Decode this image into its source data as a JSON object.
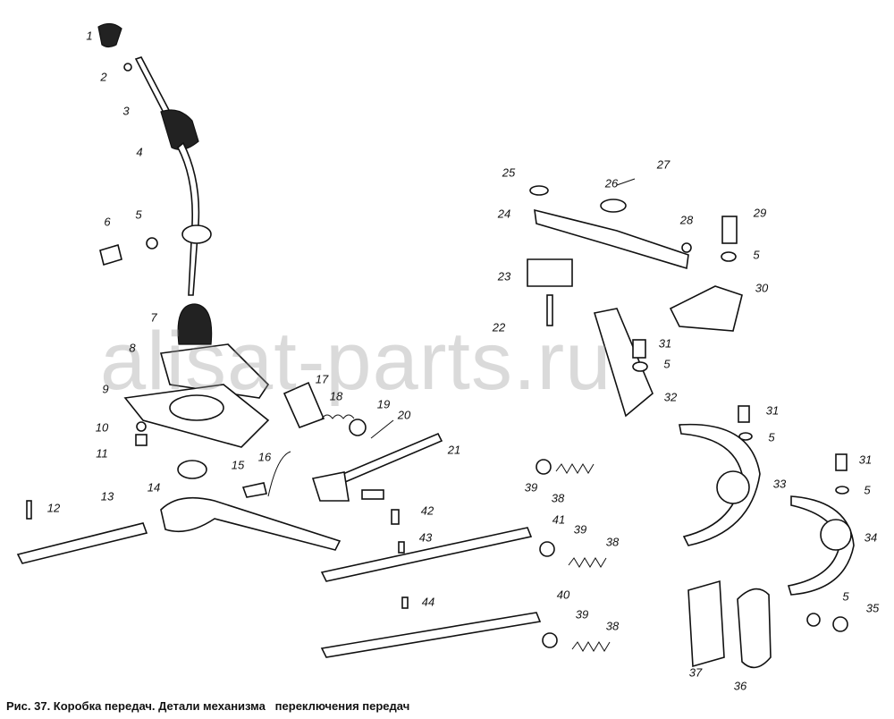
{
  "figure": {
    "caption": "Рис. 37. Коробка передач. Детали механизма   переключения передач",
    "watermark": "alisat-parts.ru",
    "part_labels": [
      "1",
      "2",
      "3",
      "4",
      "6",
      "5",
      "7",
      "8",
      "9",
      "10",
      "11",
      "12",
      "13",
      "14",
      "15",
      "16",
      "17",
      "18",
      "19",
      "20",
      "21",
      "39",
      "38",
      "42",
      "41",
      "43",
      "39",
      "38",
      "44",
      "40",
      "39",
      "38",
      "25",
      "26",
      "27",
      "24",
      "28",
      "29",
      "5",
      "23",
      "30",
      "22",
      "31",
      "5",
      "32",
      "31",
      "5",
      "33",
      "31",
      "5",
      "34",
      "5",
      "35",
      "37",
      "36"
    ]
  }
}
